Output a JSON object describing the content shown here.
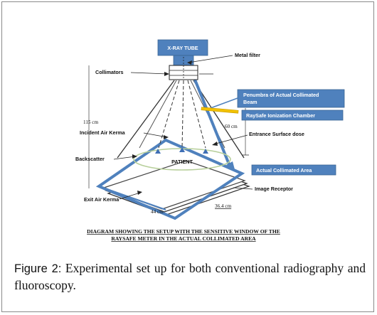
{
  "diagram": {
    "labels": {
      "xray_tube": "X-RAY TUBE",
      "metal_filter": "Metal filter",
      "collimators": "Collimators",
      "penumbra_line1": "Penumbra of Actual Collimated",
      "penumbra_line2": "Beam",
      "raysafe": "RaySafe Ionization Chamber",
      "dist_115": "115 cm",
      "dist_60": "60 cm",
      "incident_air_kerma": "Incident Air Kerma",
      "entrance_surface_dose": "Entrance Surface dose",
      "backscatter": "Backscatter",
      "patient": "PATIENT",
      "actual_collimated_area": "Actual Collimated Area",
      "image_receptor": "Image Receptor",
      "exit_air_kerma": "Exit Air Kerma",
      "dist_44": "44 cm",
      "dist_364": "36.4  cm"
    },
    "heading_line1": "DIAGRAM SHOWING THE SETUP WITH THE SENSITIVE WINDOW OF THE",
    "heading_line2": "RAYSAFE METER IN THE ACTUAL COLLIMATED AREA",
    "colors": {
      "box_fill": "#4f81bd",
      "box_border": "#3a6493",
      "beam_blue": "#4f81bd",
      "chamber_yellow": "#f2c200",
      "ellipse_green": "#b7cf9a",
      "marker_blue": "#3f6fb5"
    }
  },
  "caption": {
    "figure_number": "Figure 2:",
    "text": " Experimental set up for both conventional radiography and fluoroscopy."
  }
}
